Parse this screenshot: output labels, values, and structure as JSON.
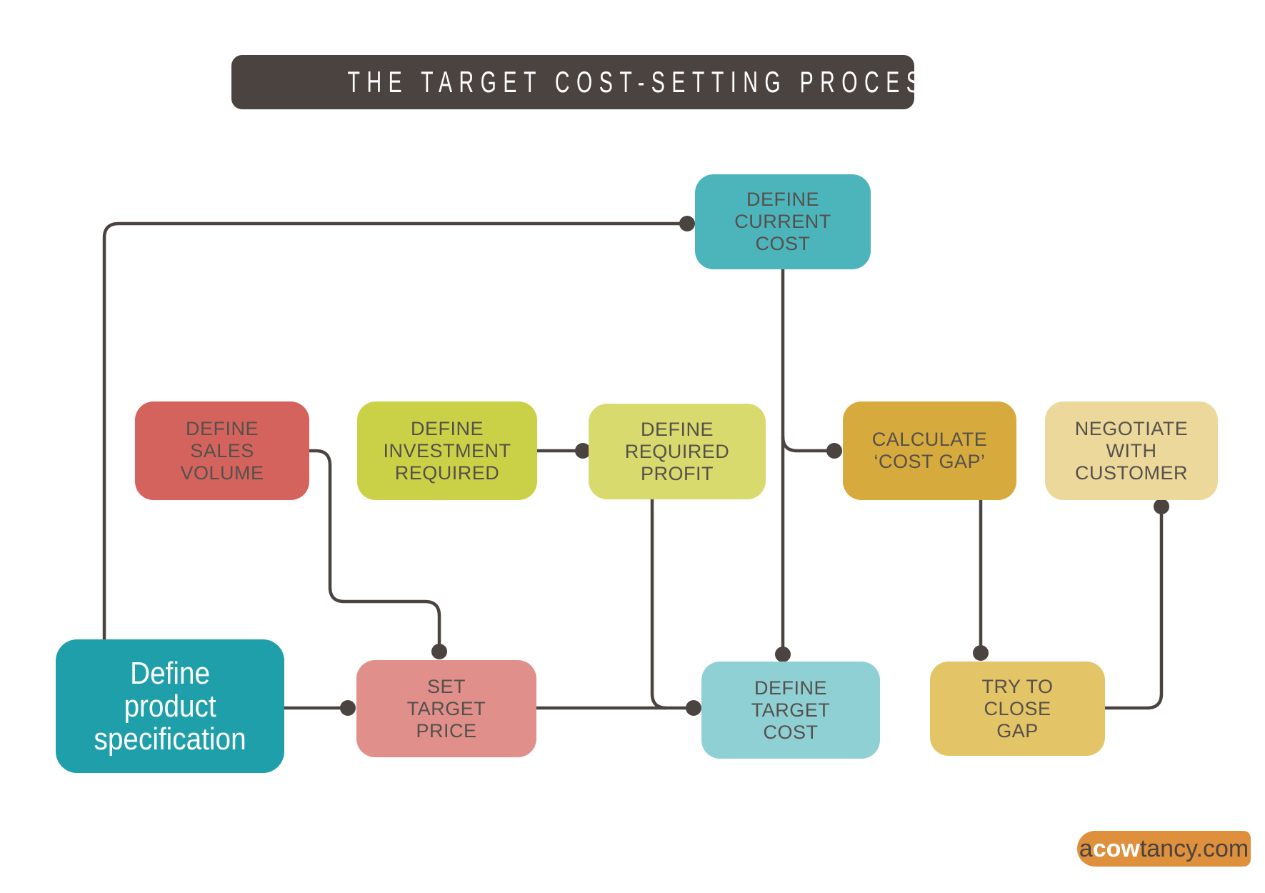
{
  "title": {
    "label": "THE TARGET COST-SETTING PROCESS"
  },
  "nodes": {
    "current_cost": {
      "label": "DEFINE\nCURRENT\nCOST",
      "color": "#4cb5bb"
    },
    "sales_volume": {
      "label": "DEFINE\nSALES\nVOLUME",
      "color": "#d5635d"
    },
    "investment_required": {
      "label": "DEFINE\nINVESTMENT\nREQUIRED",
      "color": "#cbd147"
    },
    "required_profit": {
      "label": "DEFINE\nREQUIRED\nPROFIT",
      "color": "#d9da6e"
    },
    "calculate_cost_gap": {
      "label": "CALCULATE\n‘COST GAP’",
      "color": "#d7aa3d"
    },
    "negotiate_customer": {
      "label": "NEGOTIATE\nWITH\nCUSTOMER",
      "color": "#ecd89b"
    },
    "product_specification": {
      "label": "Define\nproduct\nspecification",
      "color": "#1f9fa9"
    },
    "set_target_price": {
      "label": "SET\nTARGET\nPRICE",
      "color": "#e08f8b"
    },
    "define_target_cost": {
      "label": "DEFINE\nTARGET\nCOST",
      "color": "#8fd0d5"
    },
    "try_close_gap": {
      "label": "TRY TO\nCLOSE\nGAP",
      "color": "#e3c466"
    }
  },
  "logo": {
    "prefix": "a",
    "brand": "cow",
    "suffix": "tancy.com",
    "color": "#de903c"
  },
  "theme": {
    "background": "#ffffff",
    "line": "#4a4340",
    "title_bg": "#4a4340",
    "title_text": "#ffffff",
    "node_text": "#55504b",
    "light_text": "#ffffff"
  }
}
